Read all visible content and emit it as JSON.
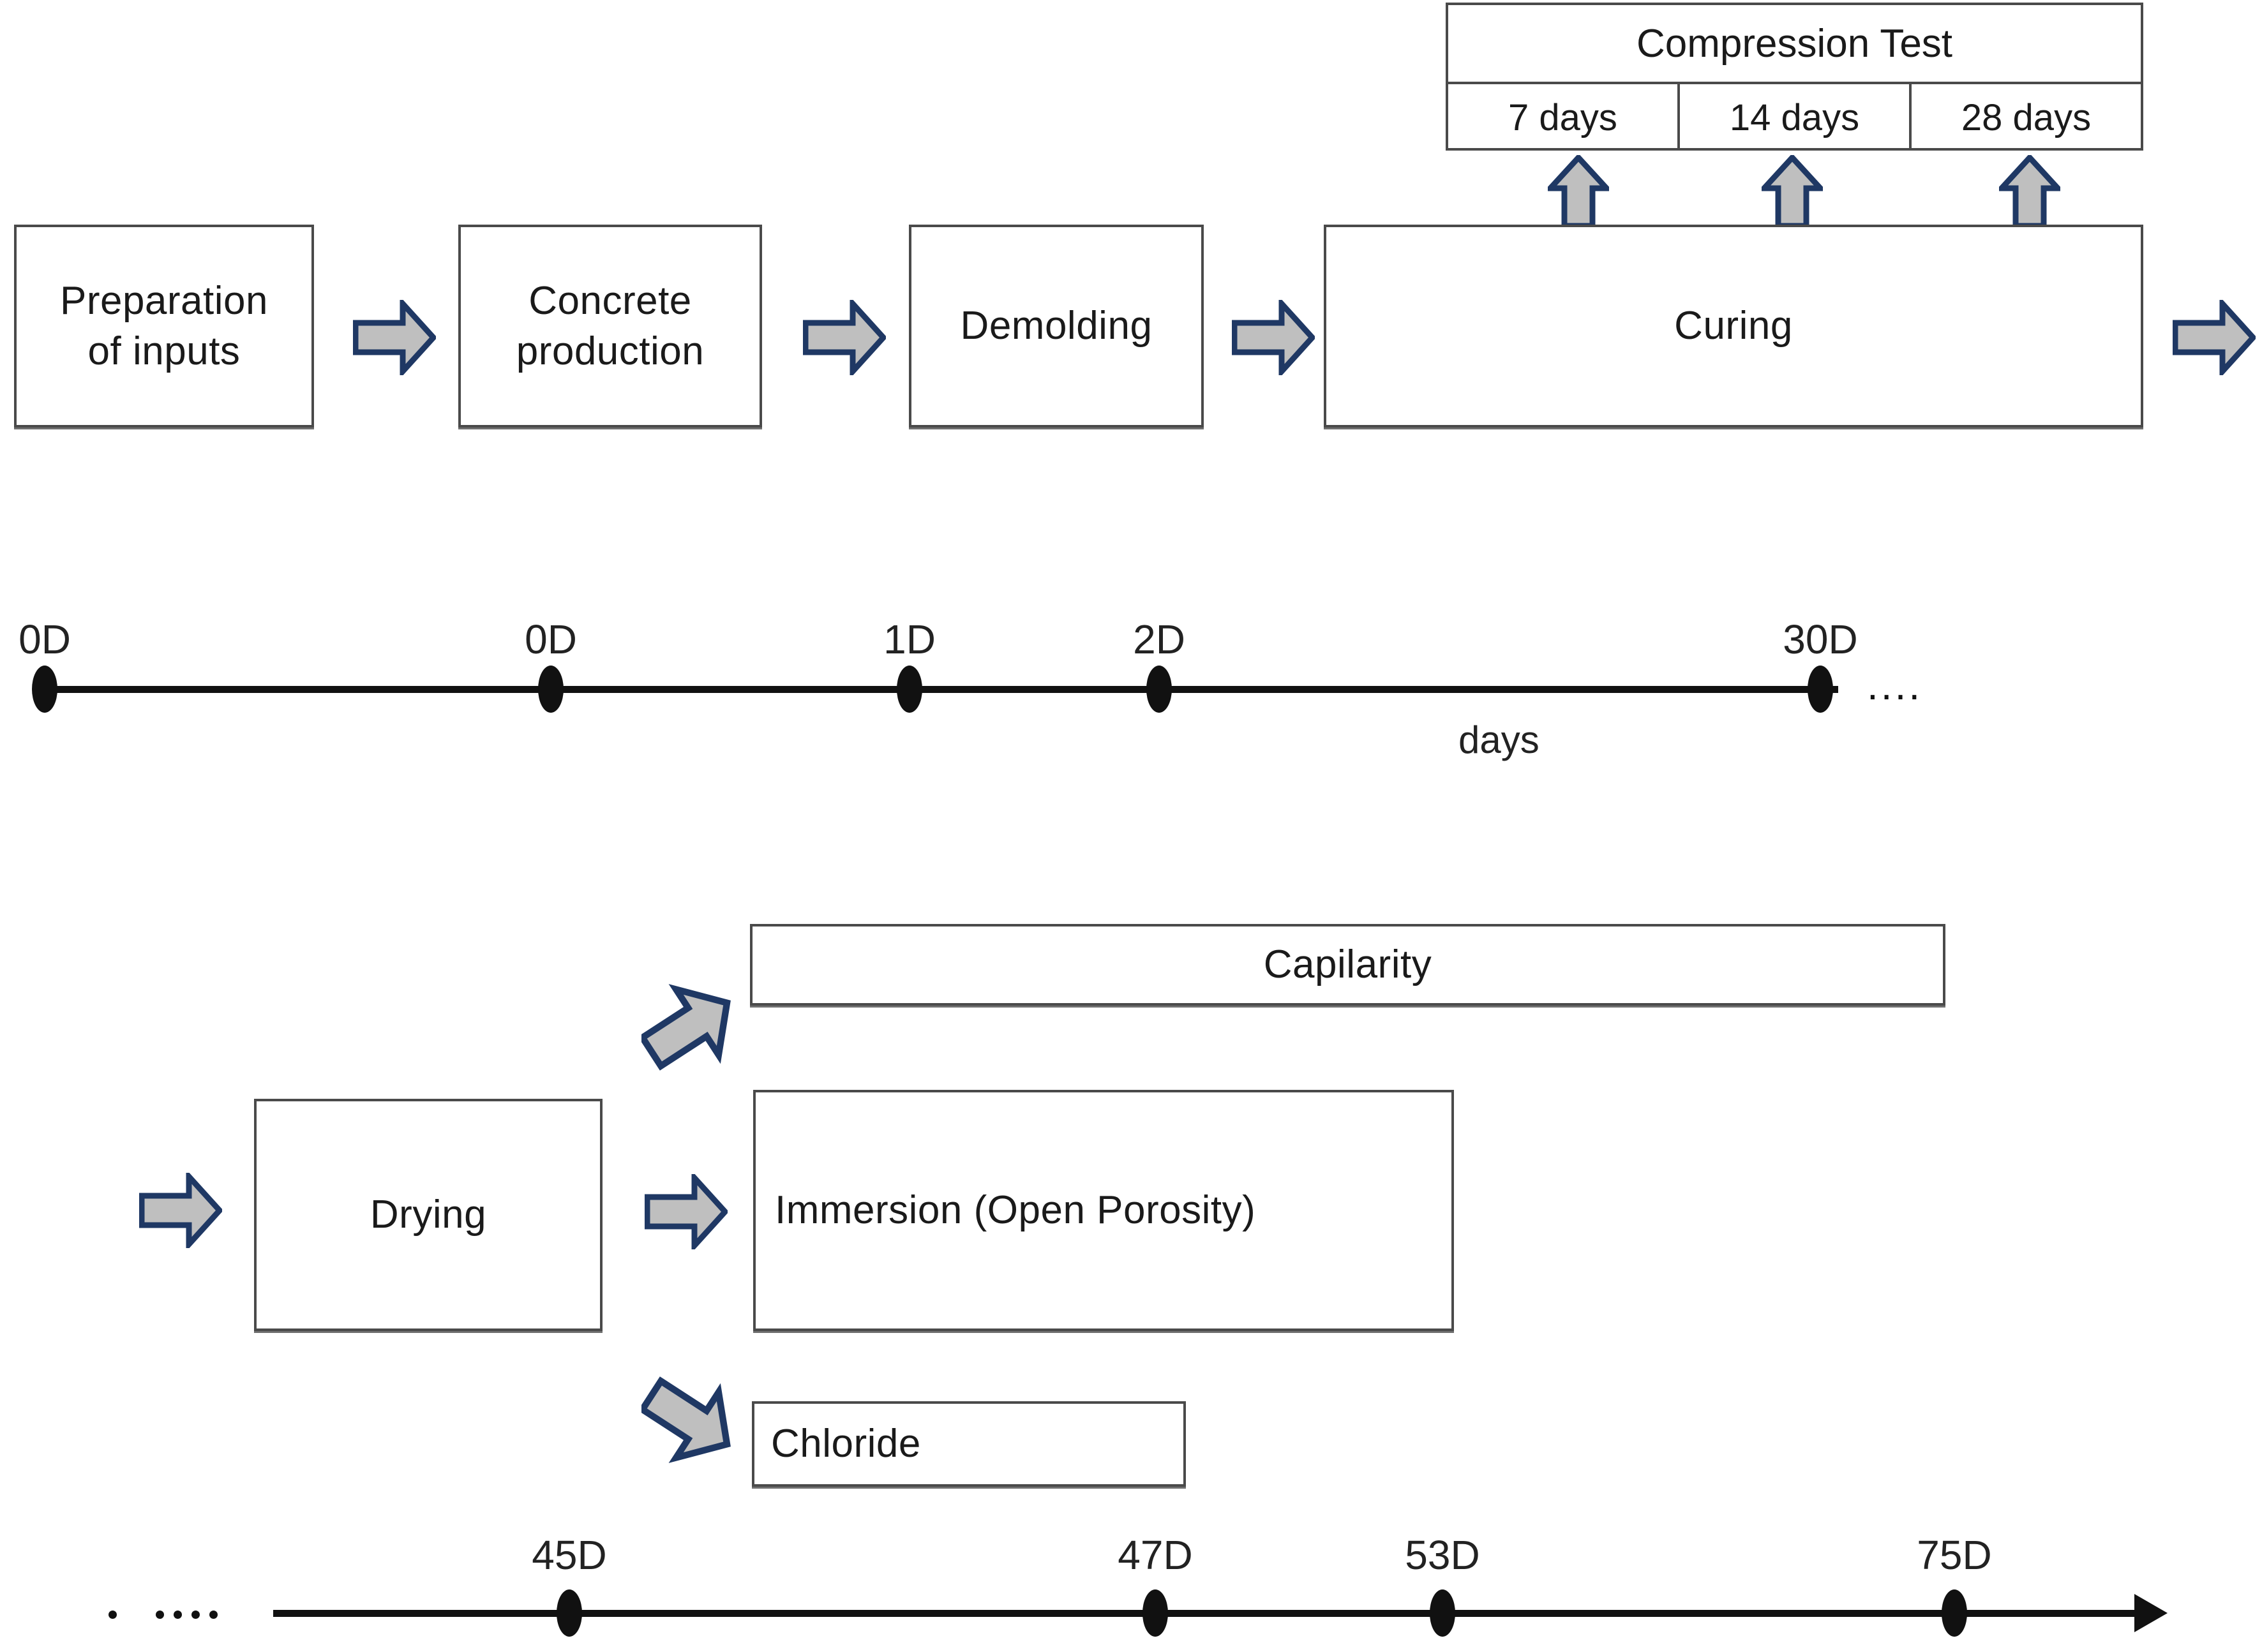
{
  "figure": {
    "title_hidden": "",
    "colors": {
      "box_border": "#4a4a4a",
      "arrow_fill": "#bfbfbf",
      "arrow_stroke": "#1f3864",
      "timeline": "#111111",
      "text": "#1a1a1a"
    }
  },
  "compression_test": {
    "header": "Compression Test",
    "columns": [
      "7 days",
      "14 days",
      "28 days"
    ]
  },
  "process_row": {
    "boxes": [
      {
        "label": "Preparation\nof inputs",
        "name": "preparation-of-inputs"
      },
      {
        "label": "Concrete\nproduction",
        "name": "concrete-production"
      },
      {
        "label": "Demolding",
        "name": "demolding"
      },
      {
        "label": "Curing",
        "name": "curing"
      }
    ],
    "arrow_icons": [
      "arrow-right-icon",
      "arrow-right-icon",
      "arrow-right-icon",
      "arrow-right-icon"
    ],
    "up_arrow_icons": [
      "arrow-up-icon",
      "arrow-up-icon",
      "arrow-up-icon"
    ]
  },
  "timeline_top": {
    "unit_caption": "days",
    "trailing_ellipsis": "....",
    "ticks": [
      {
        "label": "0D",
        "x_pct": 0
      },
      {
        "label": "0D",
        "x_pct": 28.2
      },
      {
        "label": "1D",
        "x_pct": 48.2
      },
      {
        "label": "2D",
        "x_pct": 62.1
      },
      {
        "label": "30D",
        "x_pct": 99.0
      }
    ]
  },
  "test_branch": {
    "input_arrow_icon": "arrow-right-icon",
    "source_box": {
      "label": "Drying",
      "name": "drying"
    },
    "branch_arrow_icons": [
      "arrow-up-right-icon",
      "arrow-right-icon",
      "arrow-down-right-icon"
    ],
    "boxes": [
      {
        "label": "Capilarity",
        "name": "capilarity"
      },
      {
        "label": "Immersion (Open Porosity)",
        "name": "immersion-open-porosity"
      },
      {
        "label": "Chloride",
        "name": "chloride"
      }
    ]
  },
  "timeline_bottom": {
    "leading_ellipsis": ". ....",
    "ticks": [
      {
        "label": "45D",
        "x_pct": 16.6
      },
      {
        "label": "47D",
        "x_pct": 48.4
      },
      {
        "label": "53D",
        "x_pct": 64.3
      },
      {
        "label": "75D",
        "x_pct": 92.5
      }
    ]
  }
}
